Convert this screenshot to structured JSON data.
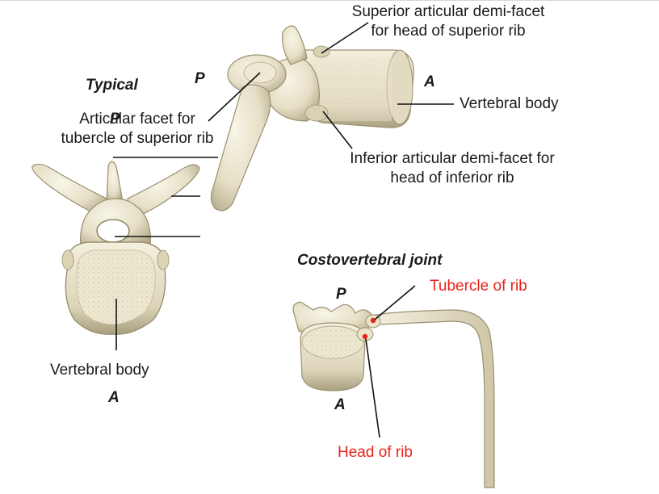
{
  "labels": {
    "superior_facet_line1": "Superior articular demi-facet",
    "superior_facet_line2": "for head of superior rib",
    "typical": "Typical",
    "p_top": "P",
    "p_overlap": "P",
    "a_right": "A",
    "vertebral_body_right": "Vertebral body",
    "articular_facet_line1": "Articular facet for",
    "articular_facet_line2": "tubercle of superior rib",
    "inferior_facet_line1": "Inferior articular demi-facet for",
    "inferior_facet_line2": "head of inferior  rib",
    "costovertebral_joint": "Costovertebral joint",
    "p_joint": "P",
    "tubercle_of_rib": "Tubercle of rib",
    "vertebral_body_left": "Vertebral body",
    "a_left": "A",
    "a_joint": "A",
    "head_of_rib": "Head of rib"
  },
  "colors": {
    "bone": "#ebe6d0",
    "bone_shadow": "#a89f80",
    "leader": "#111111",
    "red_label": "#e8231c"
  }
}
